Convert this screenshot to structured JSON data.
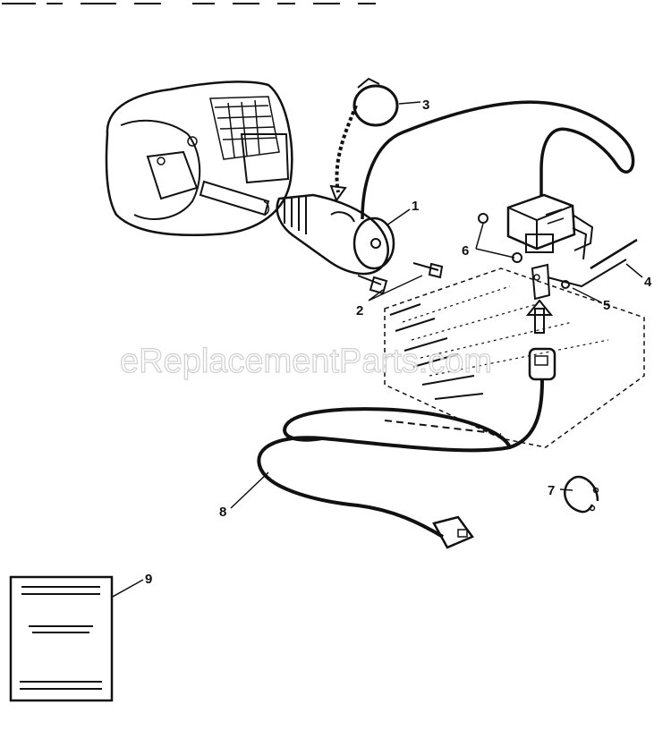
{
  "diagram": {
    "watermark": "eReplacementParts.com",
    "callouts": {
      "c1": "1",
      "c2": "2",
      "c3": "3",
      "c4": "4",
      "c5": "5",
      "c6": "6",
      "c7": "7",
      "c8": "8",
      "c9": "9"
    },
    "colors": {
      "ink": "#111111",
      "watermark_outline": "#c8c8c8",
      "background": "#ffffff"
    }
  }
}
